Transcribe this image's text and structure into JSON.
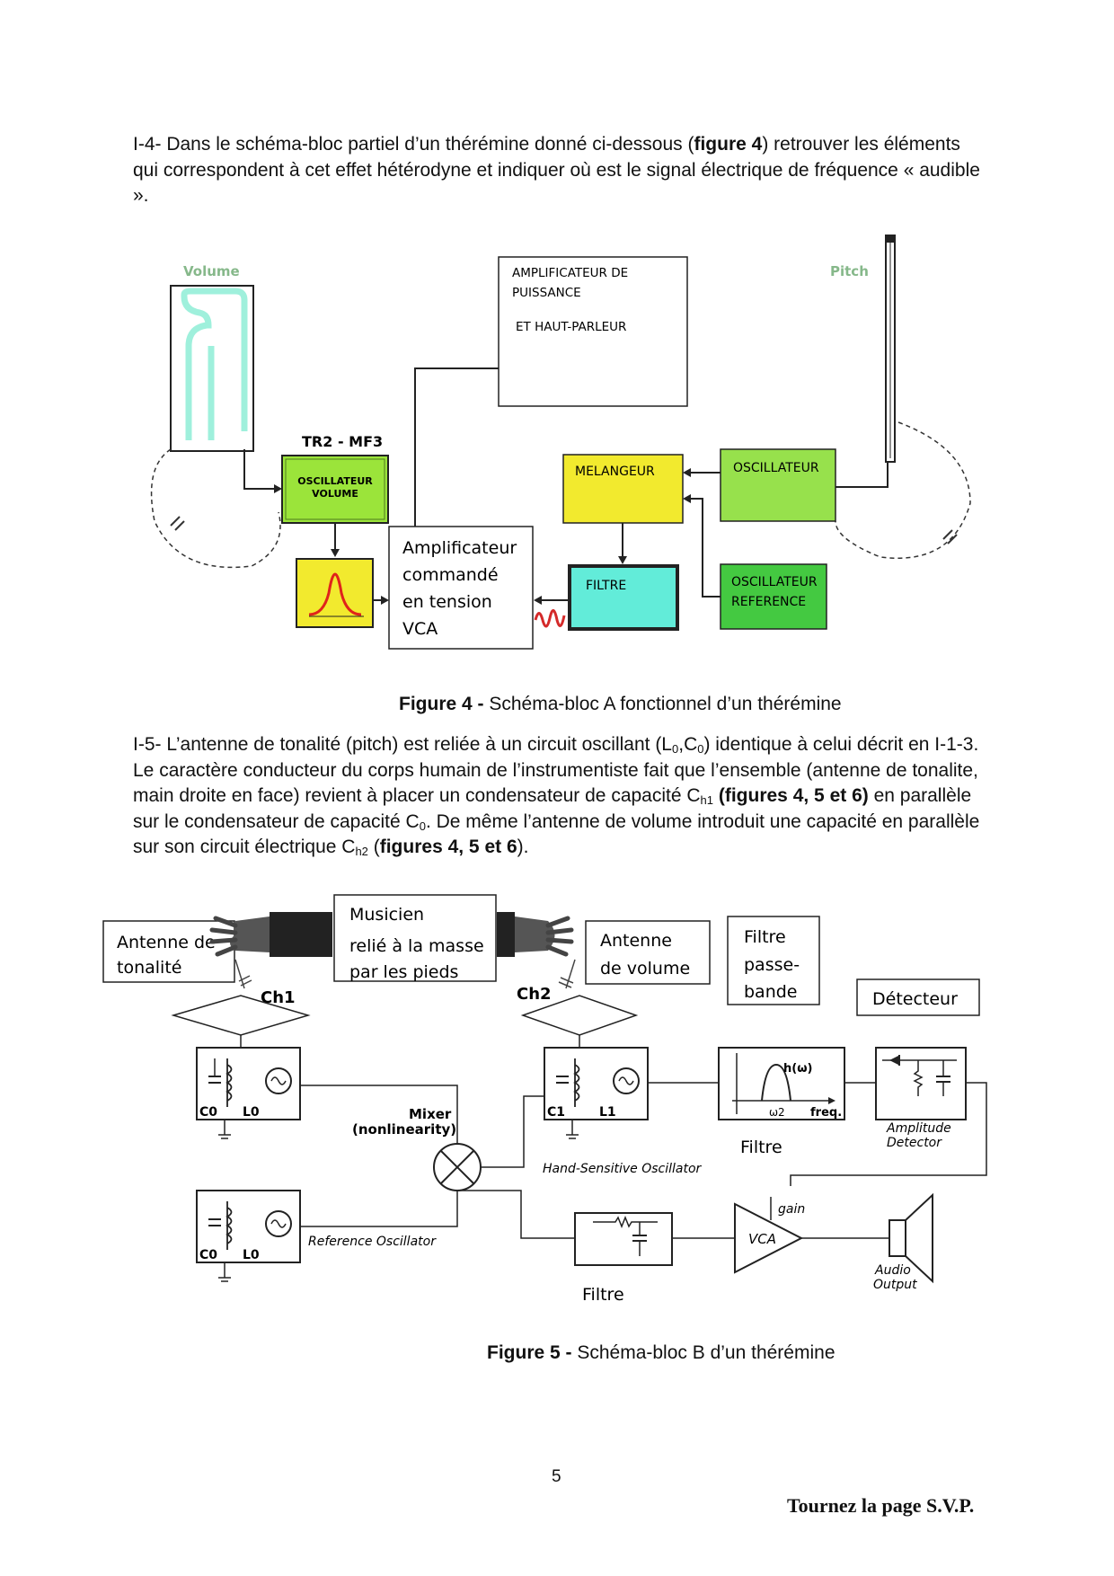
{
  "para1": {
    "prefix": "I-4- Dans le schéma-bloc partiel d’un thérémine donné ci-dessous (",
    "bold": "figure 4",
    "suffix": ") retrouver les éléments qui correspondent à cet effet hétérodyne et indiquer où est le signal électrique de fréquence « audible »."
  },
  "fig4": {
    "volume_label": "Volume",
    "pitch_label": "Pitch",
    "ampli_line1": "AMPLIFICATEUR DE",
    "ampli_line2": "PUISSANCE",
    "ampli_line3": "ET HAUT-PARLEUR",
    "tr2": "TR2 - MF3",
    "osc_vol_1": "OSCILLATEUR",
    "osc_vol_2": "VOLUME",
    "melangeur": "MELANGEUR",
    "oscillateur": "OSCILLATEUR",
    "vca_1": "Amplificateur",
    "vca_2": "commandé",
    "vca_3": "en tension",
    "vca_4": "VCA",
    "filtre": "FILTRE",
    "osc_ref_1": "OSCILLATEUR",
    "osc_ref_2": "REFERENCE",
    "caption_bold": "Figure 4 -",
    "caption_rest": " Schéma-bloc A fonctionnel d’un thérémine"
  },
  "para2": {
    "t1": "I-5- L’antenne de tonalité (pitch) est reliée à un circuit oscillant (L",
    "s1": "0",
    "t2": ",C",
    "s2": "0",
    "t3": ") identique à celui décrit en I-1-3. Le caractère conducteur du corps humain de l’instrumentiste fait que l’ensemble (antenne de tonalite, main droite en face) revient à placer un condensateur de capacité C",
    "s3": "h1",
    "b1": "(figures 4, 5 et 6)",
    "t4": " en  parallèle sur le condensateur de capacité C",
    "s4": "0",
    "t5": ". De même l’antenne de volume introduit une capacité en parallèle sur son circuit électrique C",
    "s5": "h2",
    "t6": " (",
    "b2": "figures 4, 5 et 6",
    "t7": ")."
  },
  "fig5": {
    "antenne_tonalite_1": "Antenne de",
    "antenne_tonalite_2": "tonalité",
    "musicien_1": "Musicien",
    "musicien_2": "relié à la masse",
    "musicien_3": "par les pieds",
    "antenne_volume_1": "Antenne",
    "antenne_volume_2": "de volume",
    "filtre_pb_1": "Filtre",
    "filtre_pb_2": "passe-",
    "filtre_pb_3": "bande",
    "detecteur": "Détecteur",
    "ch1": "Ch1",
    "ch2": "Ch2",
    "c0": "C0",
    "l0": "L0",
    "c1": "C1",
    "l1": "L1",
    "mixer_1": "Mixer",
    "mixer_2": "(nonlinearity)",
    "hand_osc": "Hand-Sensitive Oscillator",
    "ref_osc": "Reference Oscillator",
    "h_omega": "h(ω)",
    "omega2": "ω2",
    "freq": "freq.",
    "filtre_a": "Filtre",
    "amp_det_1": "Amplitude",
    "amp_det_2": "Detector",
    "gain": "gain",
    "vca": "VCA",
    "audio_1": "Audio",
    "audio_2": "Output",
    "filtre_b": "Filtre",
    "caption_bold": "Figure 5 -",
    "caption_rest": " Schéma-bloc B d’un thérémine"
  },
  "page_number": "5",
  "footer": "Tournez la page S.V.P."
}
